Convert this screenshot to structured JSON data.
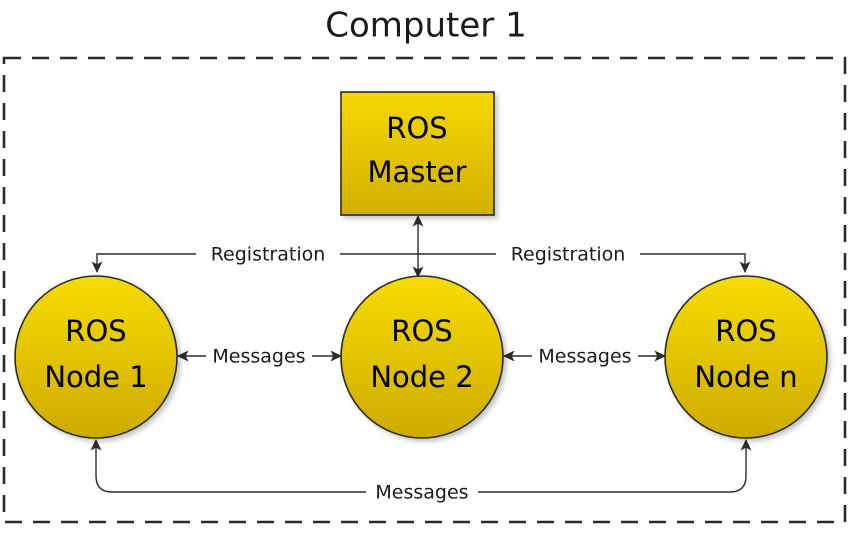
{
  "diagram": {
    "title": "Computer 1",
    "type": "ros-computation-graph",
    "boundary": {
      "label": "Computer 1",
      "style": "dashed"
    },
    "colors": {
      "node_fill_top": "#f7dc00",
      "node_fill_bottom": "#cdab00",
      "node_stroke": "#2b2b2b",
      "edge_stroke": "#2b2b2b",
      "text": "#000000",
      "background": "#ffffff"
    },
    "nodes": [
      {
        "id": "ros-master",
        "shape": "rectangle",
        "line1": "ROS",
        "line2": "Master"
      },
      {
        "id": "ros-node-1",
        "shape": "circle",
        "line1": "ROS",
        "line2": "Node 1"
      },
      {
        "id": "ros-node-2",
        "shape": "circle",
        "line1": "ROS",
        "line2": "Node 2"
      },
      {
        "id": "ros-node-n",
        "shape": "circle",
        "line1": "ROS",
        "line2": "Node n"
      }
    ],
    "edges": [
      {
        "id": "master-node2",
        "label": "",
        "from": "ros-node-2",
        "to": "ros-master",
        "direction": "bidirectional"
      },
      {
        "id": "registration-left",
        "label": "Registration",
        "from": "ros-master",
        "to": "ros-node-1",
        "direction": "unidirectional"
      },
      {
        "id": "registration-right",
        "label": "Registration",
        "from": "ros-master",
        "to": "ros-node-n",
        "direction": "unidirectional"
      },
      {
        "id": "messages-1-2",
        "label": "Messages",
        "from": "ros-node-1",
        "to": "ros-node-2",
        "direction": "bidirectional"
      },
      {
        "id": "messages-2-n",
        "label": "Messages",
        "from": "ros-node-2",
        "to": "ros-node-n",
        "direction": "bidirectional"
      },
      {
        "id": "messages-1-n",
        "label": "Messages",
        "from": "ros-node-1",
        "to": "ros-node-n",
        "direction": "bidirectional"
      }
    ]
  }
}
